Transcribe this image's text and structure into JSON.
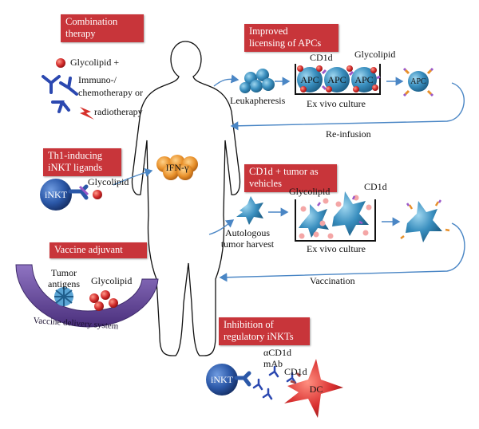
{
  "panels": {
    "combination": {
      "title_line1": "Combination",
      "title_line2": "therapy",
      "glycolipid": "Glycolipid +",
      "immuno_line1": "Immuno-/",
      "immuno_line2": "chemotherapy or",
      "radiotherapy": "radiotherapy"
    },
    "apc": {
      "title_line1": "Improved",
      "title_line2": "licensing of APCs",
      "leukapheresis": "Leukapheresis",
      "cd1d": "CD1d",
      "glycolipid": "Glycolipid",
      "apc_cell": "APC",
      "ex_vivo": "Ex vivo culture",
      "reinfusion": "Re-infusion"
    },
    "th1": {
      "title_line1": "Th1-inducing",
      "title_line2": "iNKT ligands",
      "glycolipid": "Glycolipid",
      "inkt": "iNKT",
      "ifn": "IFN-γ"
    },
    "tumor": {
      "title_line1": "CD1d + tumor as",
      "title_line2": "vehicles",
      "glycolipid": "Glycolipid",
      "cd1d": "CD1d",
      "autologous_line1": "Autologous",
      "autologous_line2": "tumor harvest",
      "ex_vivo": "Ex vivo culture",
      "vaccination": "Vaccination"
    },
    "vaccine": {
      "title": "Vaccine adjuvant",
      "tumor_antigens_line1": "Tumor",
      "tumor_antigens_line2": "antigens",
      "glycolipid": "Glycolipid",
      "delivery": "Vaccine delivery system"
    },
    "regulatory": {
      "title_line1": "Inhibition of",
      "title_line2": "regulatory iNKTs",
      "acd1d": "αCD1d",
      "mab": "mAb",
      "cd1d": "CD1d",
      "inkt": "iNKT",
      "dc": "DC"
    }
  },
  "colors": {
    "title_box": "#c8353a",
    "arrow": "#4a86c5",
    "cell_blue": "#3a8fbf",
    "inkt_blue": "#2b58a8",
    "glycolipid_red": "#d22b2b",
    "ifn_orange": "#e8902a",
    "delivery_purple": "#6a4a9c",
    "dc_red": "#d93030"
  }
}
